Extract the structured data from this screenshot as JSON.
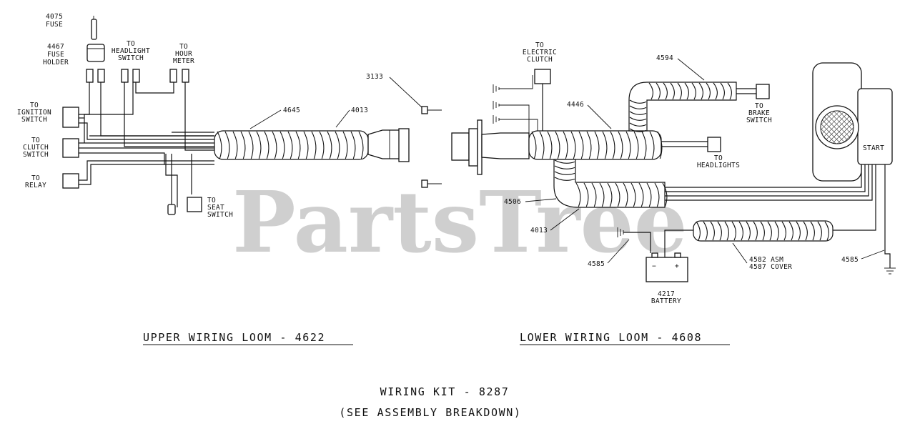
{
  "watermark": "PartsTree",
  "upper": {
    "title": "UPPER WIRING LOOM - 4622",
    "labels": {
      "fuse": [
        "4075",
        "FUSE"
      ],
      "fuse_holder": [
        "4467",
        "FUSE",
        "HOLDER"
      ],
      "headlight_switch": [
        "TO",
        "HEADLIGHT",
        "SWITCH"
      ],
      "hour_meter": [
        "TO",
        "HOUR",
        "METER"
      ],
      "ignition_switch": [
        "TO",
        "IGNITION",
        "SWITCH"
      ],
      "clutch_switch": [
        "TO",
        "CLUTCH",
        "SWITCH"
      ],
      "relay": [
        "TO",
        "RELAY"
      ],
      "seat_switch": [
        "TO",
        "SEAT",
        "SWITCH"
      ],
      "loom_4645": "4645",
      "loom_4013": "4013"
    }
  },
  "lower": {
    "title": "LOWER WIRING LOOM - 4608",
    "labels": {
      "screw": "3133",
      "electric_clutch": [
        "TO",
        "ELECTRIC",
        "CLUTCH"
      ],
      "loom_4594": "4594",
      "brake_switch": [
        "TO",
        "BRAKE",
        "SWITCH"
      ],
      "loom_4446": "4446",
      "headlights": [
        "TO",
        "HEADLIGHTS"
      ],
      "loom_4506": "4506",
      "loom_4013": "4013",
      "start": "START",
      "ground_left": "4585",
      "ground_right": "4585",
      "battery": [
        "4217",
        "BATTERY"
      ],
      "cover": [
        "4582 ASM",
        "4587 COVER"
      ]
    }
  },
  "footer": {
    "kit": "WIRING KIT - 8287",
    "note": "(SEE ASSEMBLY BREAKDOWN)"
  }
}
